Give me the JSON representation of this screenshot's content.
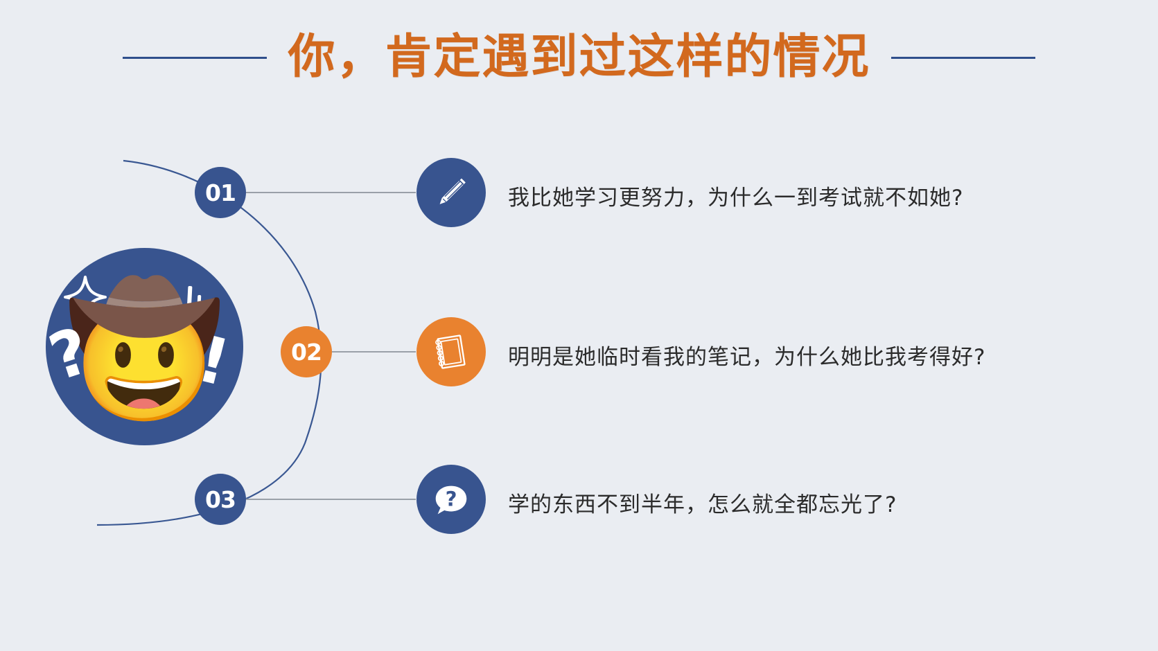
{
  "slide": {
    "title": "你，肯定遇到过这样的情况",
    "background_color": "#eaedf2",
    "title_color": "#d2691e",
    "rule_color": "#2f4f8c",
    "navy": "#38548f",
    "orange": "#e9822f",
    "line_color": "#9aa0a8"
  },
  "mascot": {
    "face_glyph": "🤠",
    "question_mark": "?",
    "exclamation_mark": "!",
    "name": "confused-person-illustration"
  },
  "items": [
    {
      "number": "01",
      "number_color": "#38548f",
      "icon": "pencil-icon",
      "icon_circle_color": "#38548f",
      "text": "我比她学习更努力，为什么一到考试就不如她?"
    },
    {
      "number": "02",
      "number_color": "#e9822f",
      "icon": "notebook-icon",
      "icon_circle_color": "#e9822f",
      "text": "明明是她临时看我的笔记，为什么她比我考得好?"
    },
    {
      "number": "03",
      "number_color": "#38548f",
      "icon": "speech-bubble-question-icon",
      "icon_circle_color": "#38548f",
      "text": "学的东西不到半年，怎么就全都忘光了?"
    }
  ]
}
